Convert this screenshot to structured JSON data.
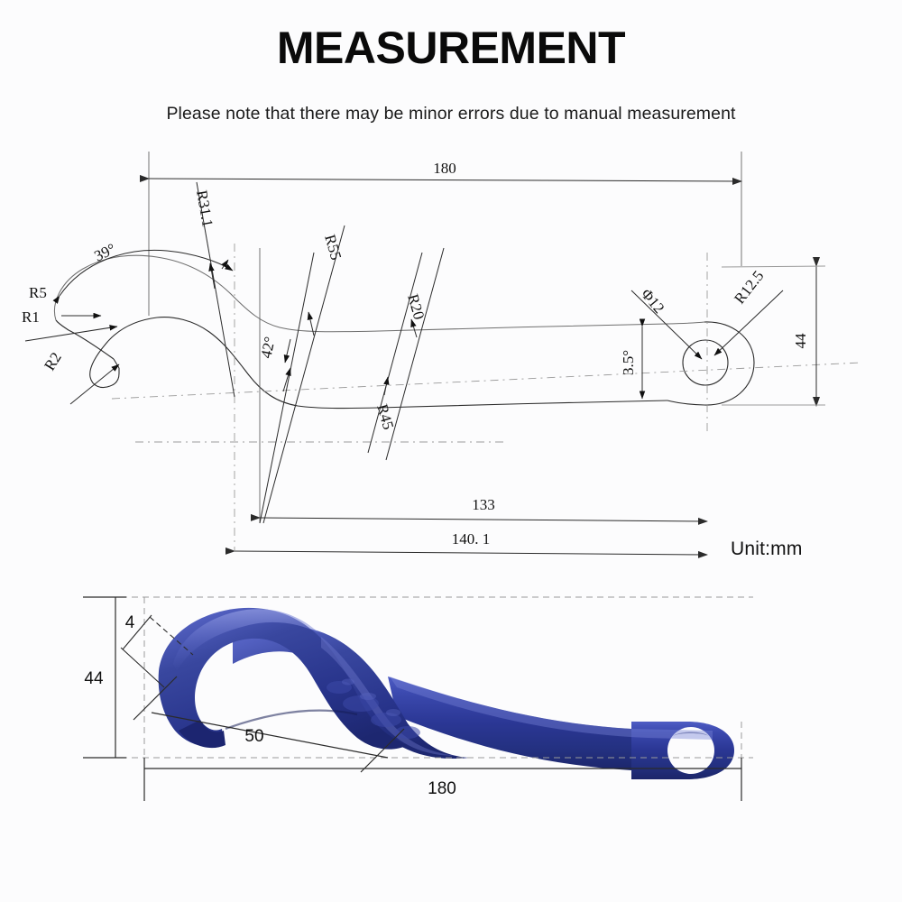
{
  "header": {
    "title": "MEASUREMENT",
    "subtitle": "Please note that there may be minor errors due to manual measurement"
  },
  "unit_note": "Unit:mm",
  "technical_drawing": {
    "name": "hook-spanner-wrench-profile",
    "dimensions": {
      "overall_length_top": "180",
      "length_133": "133",
      "length_140_1": "140. 1",
      "height_44": "44"
    },
    "radii": {
      "r5": "R5",
      "r1": "R1",
      "r2": "R2",
      "r31_1": "R31.1",
      "r55": "R55",
      "r20": "R20",
      "r45": "R45",
      "r12_5": "R12.5"
    },
    "angles": {
      "a39": "39°",
      "a42": "42°",
      "a3_5": "3.5°"
    },
    "hole": {
      "diameter": "Φ12"
    }
  },
  "photo_view": {
    "name": "blue-hook-wrench-photo",
    "dimensions": {
      "height_44": "44",
      "tip_4": "4",
      "opening_50": "50",
      "length_180": "180"
    },
    "colors": {
      "body_dark": "#1f2b78",
      "body_mid": "#2f3e9e",
      "body_light": "#4a59bd",
      "highlight": "#6f7ad4"
    }
  },
  "colors": {
    "background": "#fcfcfd",
    "line": "#2b2b2b",
    "line_light": "#9a9a9a",
    "text": "#111111"
  }
}
